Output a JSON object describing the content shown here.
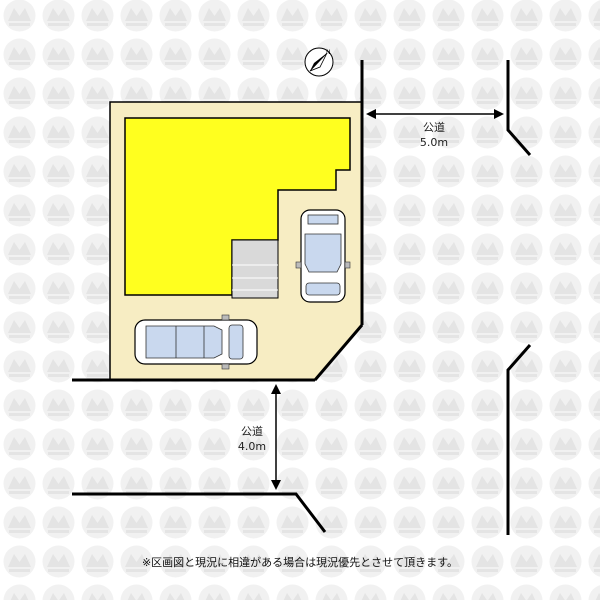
{
  "diagram": {
    "road_east": {
      "label": "公道",
      "width": "5.0m"
    },
    "road_south": {
      "label": "公道",
      "width": "4.0m"
    },
    "note": "※区画図と現況に相違がある場合は現況優先とさせて頂きます。",
    "colors": {
      "lot": "#f7edc3",
      "building": "#ffff1f",
      "stairs": "#d9d9d9",
      "line": "#000000",
      "car_body": "#ffffff",
      "car_glass": "#c9d8ee",
      "watermark": "#f1f1f1"
    },
    "icons": [
      "compass-icon",
      "car-icon",
      "watermark-pattern"
    ]
  }
}
